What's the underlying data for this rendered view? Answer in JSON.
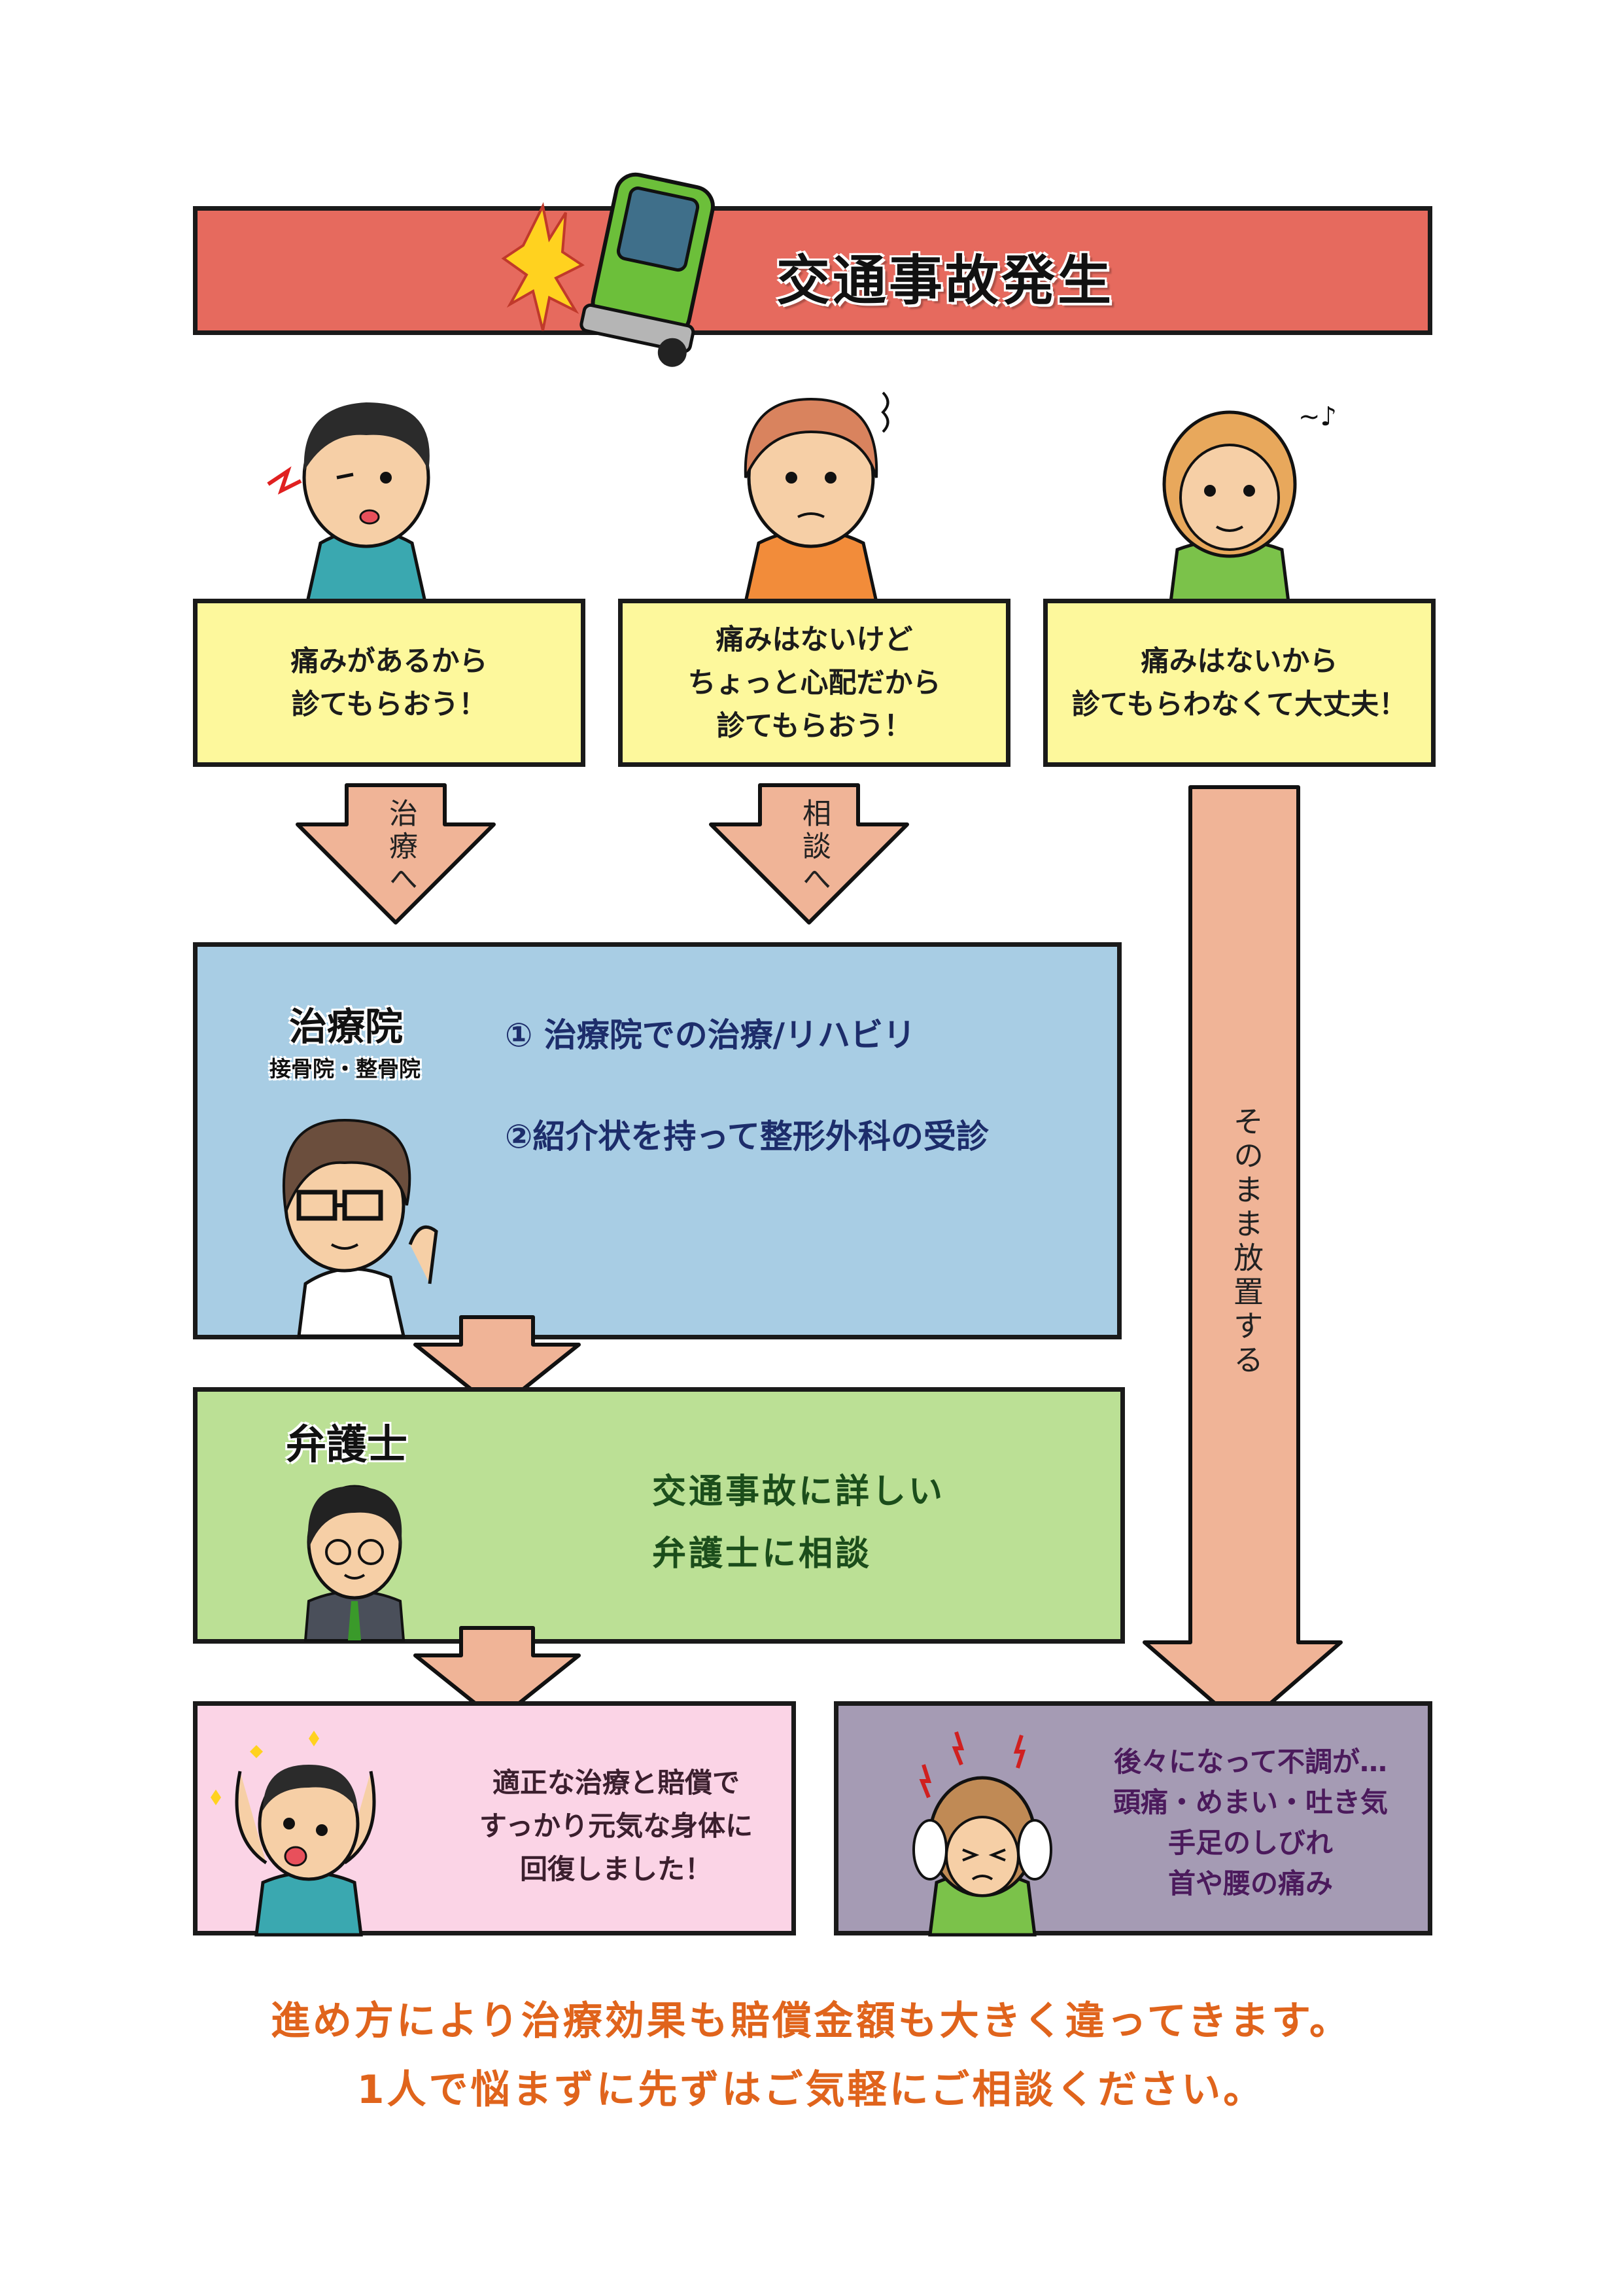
{
  "header": {
    "title": "交通事故発生",
    "icon": "crashed-car-icon",
    "color": "#e66a5e"
  },
  "choices": [
    {
      "character": "man-neck-pain",
      "lines": [
        "痛みがあるから",
        "診てもらおう！"
      ]
    },
    {
      "character": "woman-worried",
      "lines": [
        "痛みはないけど",
        "ちょっと心配だから",
        "診てもらおう！"
      ]
    },
    {
      "character": "woman-humming",
      "lines": [
        "痛みはないから",
        "診てもらわなくて大丈夫！"
      ]
    }
  ],
  "arrows": {
    "treatment": "治療へ",
    "consult": "相談へ",
    "neglect": "そのまま放置する"
  },
  "clinic": {
    "title": "治療院",
    "subtitle": "接骨院・整骨院",
    "items": [
      "① 治療院での治療/リハビリ",
      "②紹介状を持って整形外科の受診"
    ],
    "color": "#a8cde4"
  },
  "lawyer": {
    "title": "弁護士",
    "lines": [
      "交通事故に詳しい",
      "弁護士に相談"
    ],
    "color": "#bbe095"
  },
  "outcome_good": {
    "lines": [
      "適正な治療と賠償で",
      "すっかり元気な身体に",
      "回復しました！"
    ],
    "color": "#fbd4e6"
  },
  "outcome_bad": {
    "lines": [
      "後々になって不調が…",
      "頭痛・めまい・吐き気",
      "手足のしびれ",
      "首や腰の痛み"
    ],
    "color": "#a59bb4"
  },
  "footer": {
    "line1": "進め方により治療効果も賠償金額も大きく違ってきます。",
    "line2": "1人で悩まずに先ずはご気軽にご相談ください。",
    "color": "#e0641c"
  },
  "arrow_color": "#f0b497"
}
